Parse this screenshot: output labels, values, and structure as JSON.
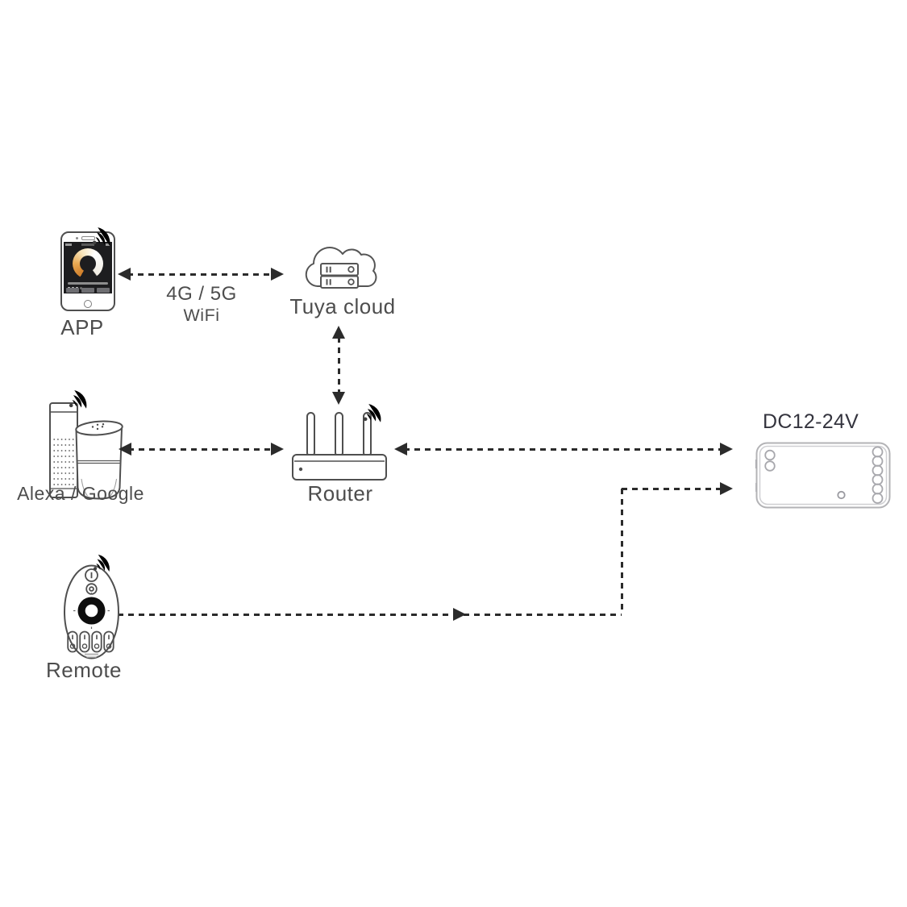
{
  "diagram": {
    "type": "connectivity-diagram",
    "description": "Smart LED controller connection scheme: APP, Tuya cloud, Router, Alexa/Google speakers, RF Remote and DC12-24V controller linked by dashed arrows"
  },
  "labels": {
    "app": "APP",
    "tuya_cloud": "Tuya cloud",
    "router": "Router",
    "voice_assistant": "Alexa / Google",
    "led_controller": "DC12-24V",
    "remote": "Remote"
  },
  "captions": {
    "link_4g5g": {
      "line1": "4G / 5G",
      "line2": "WiFi"
    }
  },
  "connections": [
    {
      "from": "APP",
      "to": "Tuya cloud",
      "style": "dashed",
      "arrows": "both",
      "caption": "4G / 5G WiFi"
    },
    {
      "from": "Tuya cloud",
      "to": "Router",
      "style": "dashed",
      "arrows": "both"
    },
    {
      "from": "Alexa / Google",
      "to": "Router",
      "style": "dashed",
      "arrows": "both"
    },
    {
      "from": "Router",
      "to": "DC12-24V",
      "style": "dashed",
      "arrows": "both"
    },
    {
      "from": "Remote",
      "to": "DC12-24V",
      "style": "dashed",
      "arrows": "end"
    }
  ],
  "icons": {
    "wifi": "wifi-signal-icon",
    "smartphone": "smartphone-app-icon",
    "cloud_server": "tuya-cloud-server-icon",
    "router": "wifi-router-icon",
    "smart_speakers": "alexa-google-speaker-icon",
    "led_controller": "led-controller-icon",
    "remote_control": "rf-remote-icon",
    "remote_logo": "remote-logo-mark"
  },
  "colors": {
    "background": "#ffffff",
    "line": "#2b2b2b",
    "label": "#4d4d4d",
    "device_outline": "#4f4f4f",
    "controller_outline": "#b3b3b6",
    "dc_label": "#34343e",
    "ring_warm": "#cf7e2a",
    "remote_dial": "#0e0e0e",
    "screen": "#1d1d1f"
  }
}
